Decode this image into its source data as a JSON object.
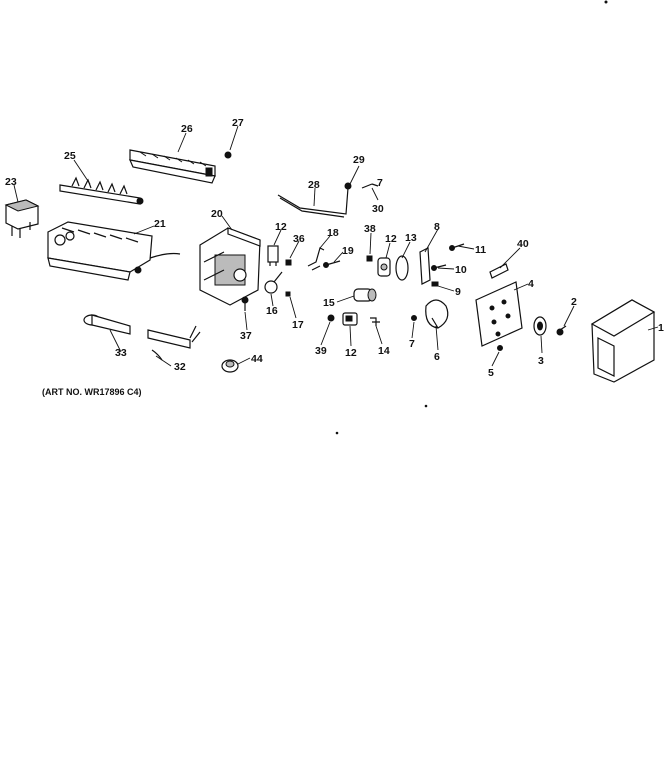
{
  "caption": "(ART NO. WR17896 C4)",
  "callouts": [
    "1",
    "2",
    "3",
    "4",
    "5",
    "6",
    "7",
    "8",
    "9",
    "10",
    "11",
    "12",
    "12",
    "12",
    "13",
    "14",
    "15",
    "16",
    "17",
    "18",
    "19",
    "20",
    "21",
    "23",
    "25",
    "26",
    "27",
    "28",
    "29",
    "30",
    "32",
    "33",
    "36",
    "37",
    "38",
    "39",
    "40",
    "44",
    "7",
    "7"
  ]
}
